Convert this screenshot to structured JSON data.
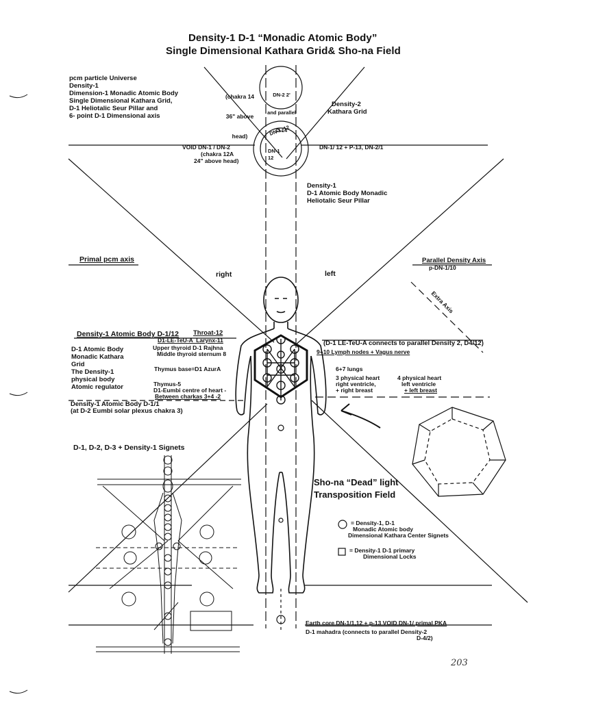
{
  "title": {
    "line1": "Density-1 D-1 “Monadic Atomic Body”",
    "line2": "Single Dimensional Kathara Grid& Sho-na Field"
  },
  "header_left": [
    "pcm particle Universe",
    "Density-1",
    "Dimension-1 Monadic Atomic Body",
    "Single Dimensional Kathara Grid,",
    "D-1 Heliotalic Seur Pillar and",
    "6- point D-1 Dimensional axis"
  ],
  "chakra14": {
    "line1": "(chakra 14",
    "line2": "36\" above",
    "line3": "head)"
  },
  "chakra14_node": {
    "line1": "DN-2 2'",
    "line2": "and parallel",
    "line3": "D-14"
  },
  "density2_grid": {
    "line1": "Density-2",
    "line2": "Kathara Grid"
  },
  "node12": {
    "top": "DN-1, 12",
    "mid": "DN-1",
    "num": "12"
  },
  "void_left": {
    "line1": "VOID DN-1 / DN-2",
    "line2": "(chakra 12A",
    "line3": "24\" above head)"
  },
  "void_right": "DN-1/ 12 + P-13, DN-2/1",
  "pillar": {
    "line1": "Density-1",
    "line2": "D-1 Atomic Body Monadic",
    "line3": "Heliotalic Seur Pillar"
  },
  "primal_axis": "Primal pcm axis",
  "parallel_axis": {
    "line1": "Parallel Density Axis",
    "line2": "p-DN-1/10"
  },
  "extra_axis": "Extra Axis",
  "side_right": "right",
  "side_left": "left",
  "atomic_body_d112": "Density-1 Atomic Body D-1/12",
  "throat": "Throat-12",
  "larynx": "D1-LE-TeU-A  Larynx-11",
  "upper_thyroid": {
    "line1": "Upper thyroid D-1 Rajhna",
    "line2": "Middle thyroid sternum 8"
  },
  "left_desc": [
    "D-1 Atomic Body",
    "Monadic Kathara",
    "Grid",
    "The Density-1",
    "physical body",
    "Atomic regulator"
  ],
  "thymus_base": "Thymus base=D1 AzurA",
  "thymus5": {
    "line1": "Thymus-5",
    "line2": "D1-Eumbi centre of heart -",
    "line3": "Between charkas 3+4 -2"
  },
  "atomic_body_d11": {
    "line1": "Density-1 Atomic Body D-1/1",
    "line2": "(at D-2 Eumbi solar plexus chakra 3)"
  },
  "le_teu_a": "(D-1 LE-TeU-A connects to parallel Density 2, D4/12)",
  "lymph": "9+10 Lymph nodes + Vagus nerve",
  "lungs": "6+7 lungs",
  "heart3": {
    "line1": "3 physical heart",
    "line2": "right ventricle,",
    "line3": "+ right breast"
  },
  "heart4": {
    "line1": "4 physical heart",
    "line2": "left ventricle",
    "line3": "+ left breast"
  },
  "signets": "D-1, D-2, D-3 + Density-1 Signets",
  "shona": {
    "line1": "Sho-na “Dead” light",
    "line2": "Transposition Field"
  },
  "legend": {
    "circle_line1": "= Density-1, D-1",
    "circle_line2": "Monadic Atomic body",
    "circle_line3": "Dimensional Kathara Center Signets",
    "square_line1": "= Density-1 D-1 primary",
    "square_line2": "Dimensional Locks"
  },
  "earth_core": "Earth core DN-1/1,12 + p-13 VOID DN-1/ primal PKA",
  "mahadra": {
    "line1": "D-1 mahadra (connects to parallel Density-2",
    "line2": "D-4/2)"
  },
  "page_number": "203",
  "colors": {
    "ink": "#111111",
    "paper": "#ffffff"
  }
}
